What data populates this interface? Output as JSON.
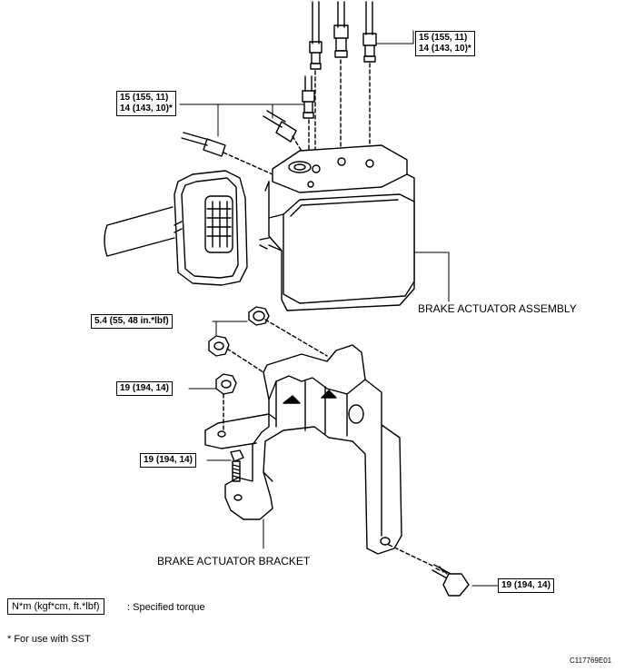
{
  "torque_labels": {
    "top_right_line1": "15 (155, 11)",
    "top_right_line2": "14 (143, 10)*",
    "top_left_line1": "15 (155, 11)",
    "top_left_line2": "14 (143, 10)*",
    "mid_nut": "5.4 (55, 48 in.*lbf)",
    "left_nut": "19 (194, 14)",
    "left_bolt": "19 (194, 14)",
    "bottom_bolt": "19 (194, 14)"
  },
  "part_labels": {
    "actuator_assembly": "BRAKE ACTUATOR ASSEMBLY",
    "actuator_bracket": "BRAKE ACTUATOR BRACKET"
  },
  "legend": {
    "unit_box": "N*m (kgf*cm, ft.*lbf)",
    "unit_text": ": Specified torque",
    "footnote": "* For use with SST"
  },
  "figure_code": "C117769E01"
}
